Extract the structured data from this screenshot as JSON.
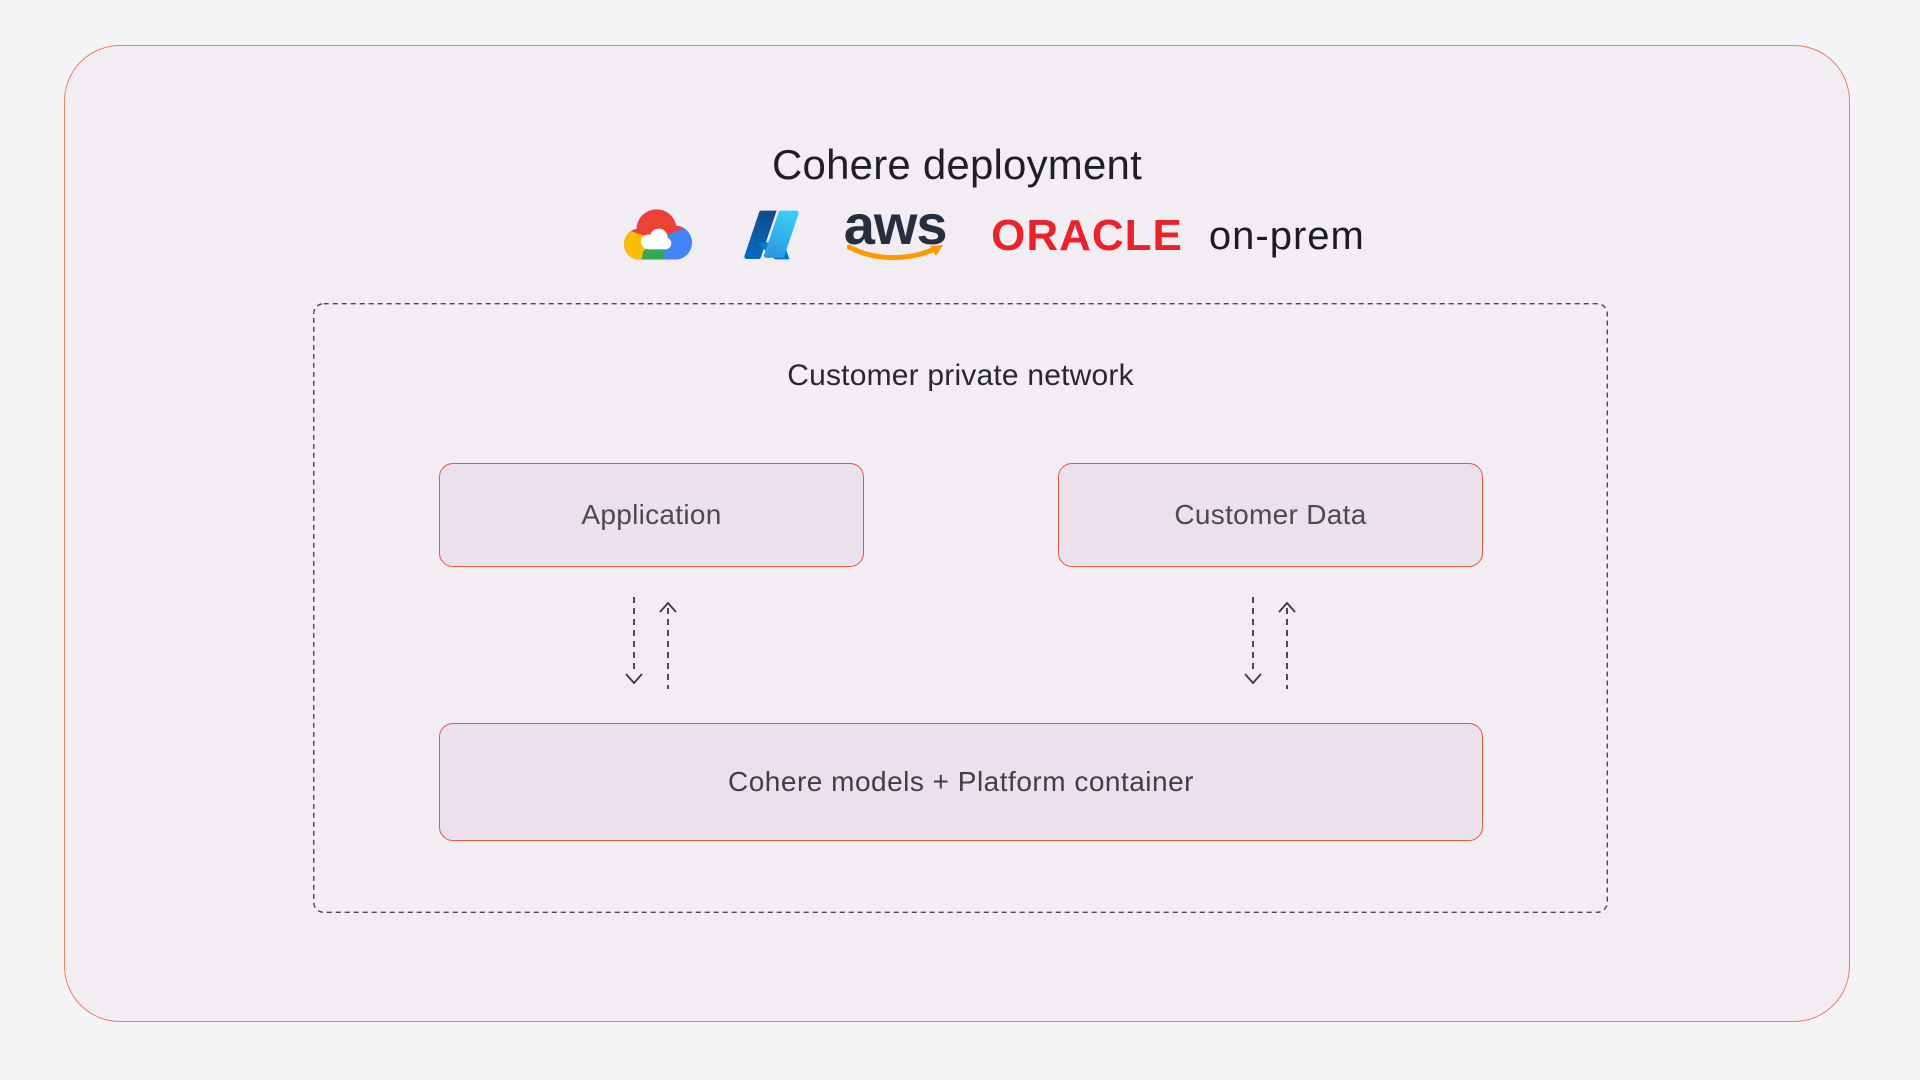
{
  "title": "Cohere deployment",
  "providers": {
    "google_cloud_icon": "google-cloud-logo",
    "azure_icon": "microsoft-azure-logo",
    "aws_text": "aws",
    "oracle_text": "ORACLE",
    "on_prem_text": "on-prem"
  },
  "network": {
    "title": "Customer private network",
    "application_label": "Application",
    "customer_data_label": "Customer Data",
    "platform_label": "Cohere models + Platform container",
    "arrows": "bidirectional-dashed-arrows"
  },
  "colors": {
    "page_bg": "#F4F4F6",
    "panel_bg": "#F2EDF3",
    "panel_border": "#E98168",
    "box_bg": "#EAE1ED",
    "box_border": "#DE5B40",
    "dash_color": "#47474A",
    "oracle_red": "#E9232B",
    "aws_navy": "#252F3E",
    "aws_orange": "#FF9900",
    "google_red": "#EA4335",
    "google_blue": "#4285F4",
    "google_yellow": "#FBBC05",
    "google_green": "#34A853"
  }
}
